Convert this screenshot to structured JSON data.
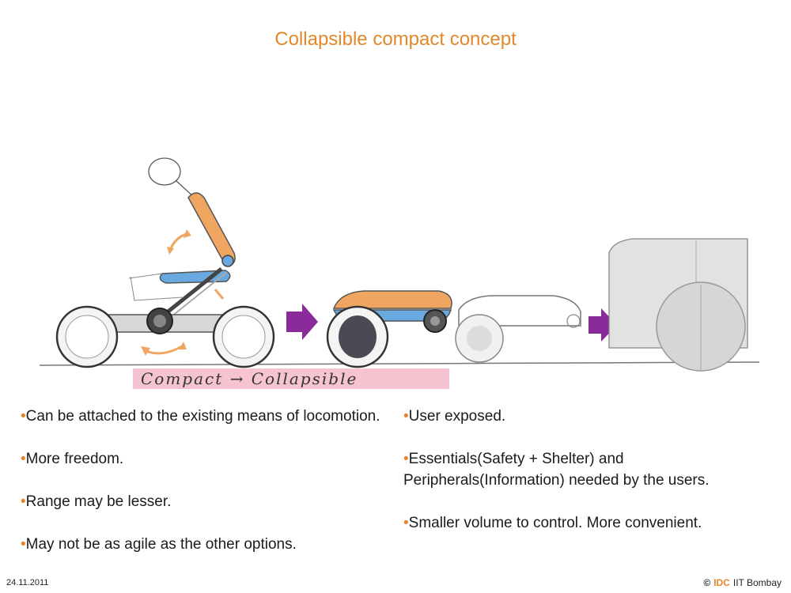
{
  "slide": {
    "title": "Collapsible compact concept"
  },
  "sketch": {
    "annotation": "Compact → Collapsible",
    "colors": {
      "accent_orange": "#f0a560",
      "accent_blue": "#6aa8e0",
      "arrow_purple": "#8a2a9b",
      "highlight_pink": "#f4b8c8"
    }
  },
  "bullets": {
    "left": [
      "Can be attached to the existing means of locomotion.",
      "More freedom.",
      "Range may be lesser.",
      "May not be as agile as the other options."
    ],
    "right": [
      "User exposed.",
      "Essentials(Safety + Shelter) and Peripherals(Information) needed by the users.",
      "Smaller volume to control. More convenient."
    ]
  },
  "footer": {
    "date": "24.11.2011",
    "copyright": "©",
    "brand": "IDC",
    "institute": "IIT Bombay"
  }
}
